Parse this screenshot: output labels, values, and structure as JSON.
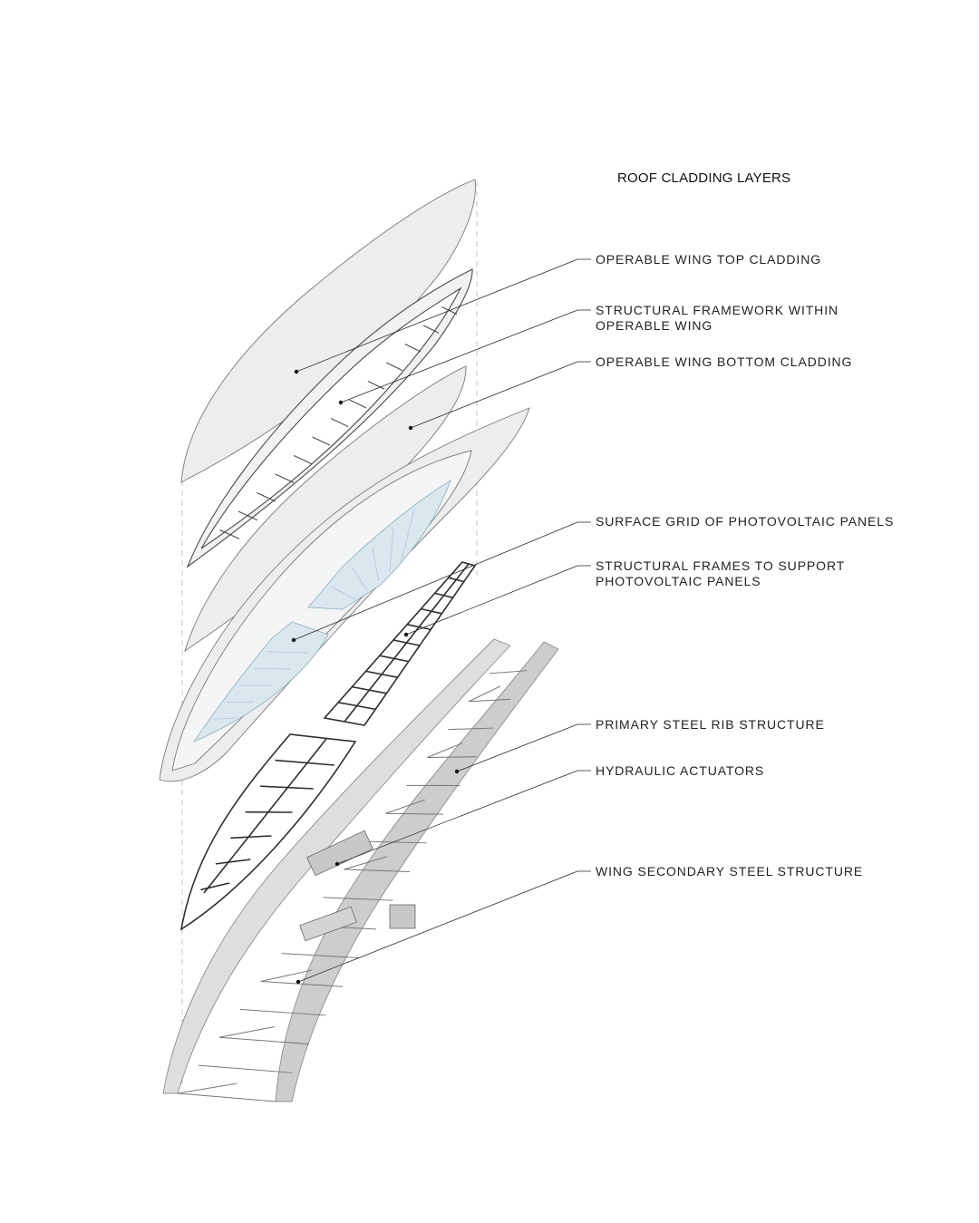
{
  "title": "ROOF CLADDING LAYERS",
  "labels": [
    {
      "id": "top-cladding",
      "lines": [
        "OPERABLE WING TOP CLADDING"
      ]
    },
    {
      "id": "structural-framework",
      "lines": [
        "STRUCTURAL FRAMEWORK WITHIN",
        "OPERABLE WING"
      ]
    },
    {
      "id": "bottom-cladding",
      "lines": [
        "OPERABLE WING BOTTOM CLADDING"
      ]
    },
    {
      "id": "pv-grid",
      "lines": [
        "SURFACE GRID OF PHOTOVOLTAIC PANELS"
      ]
    },
    {
      "id": "pv-frames",
      "lines": [
        "STRUCTURAL FRAMES TO SUPPORT",
        "PHOTOVOLTAIC PANELS"
      ]
    },
    {
      "id": "primary-rib",
      "lines": [
        "PRIMARY STEEL RIB STRUCTURE"
      ]
    },
    {
      "id": "hydraulic-actuators",
      "lines": [
        "HYDRAULIC ACTUATORS"
      ]
    },
    {
      "id": "secondary-structure",
      "lines": [
        "WING SECONDARY STEEL STRUCTURE"
      ]
    }
  ],
  "colors": {
    "cladding": "#eceeee",
    "pv_panels": "#d9e7ee",
    "steel": "#dedede",
    "linework": "#2a2a2a"
  }
}
